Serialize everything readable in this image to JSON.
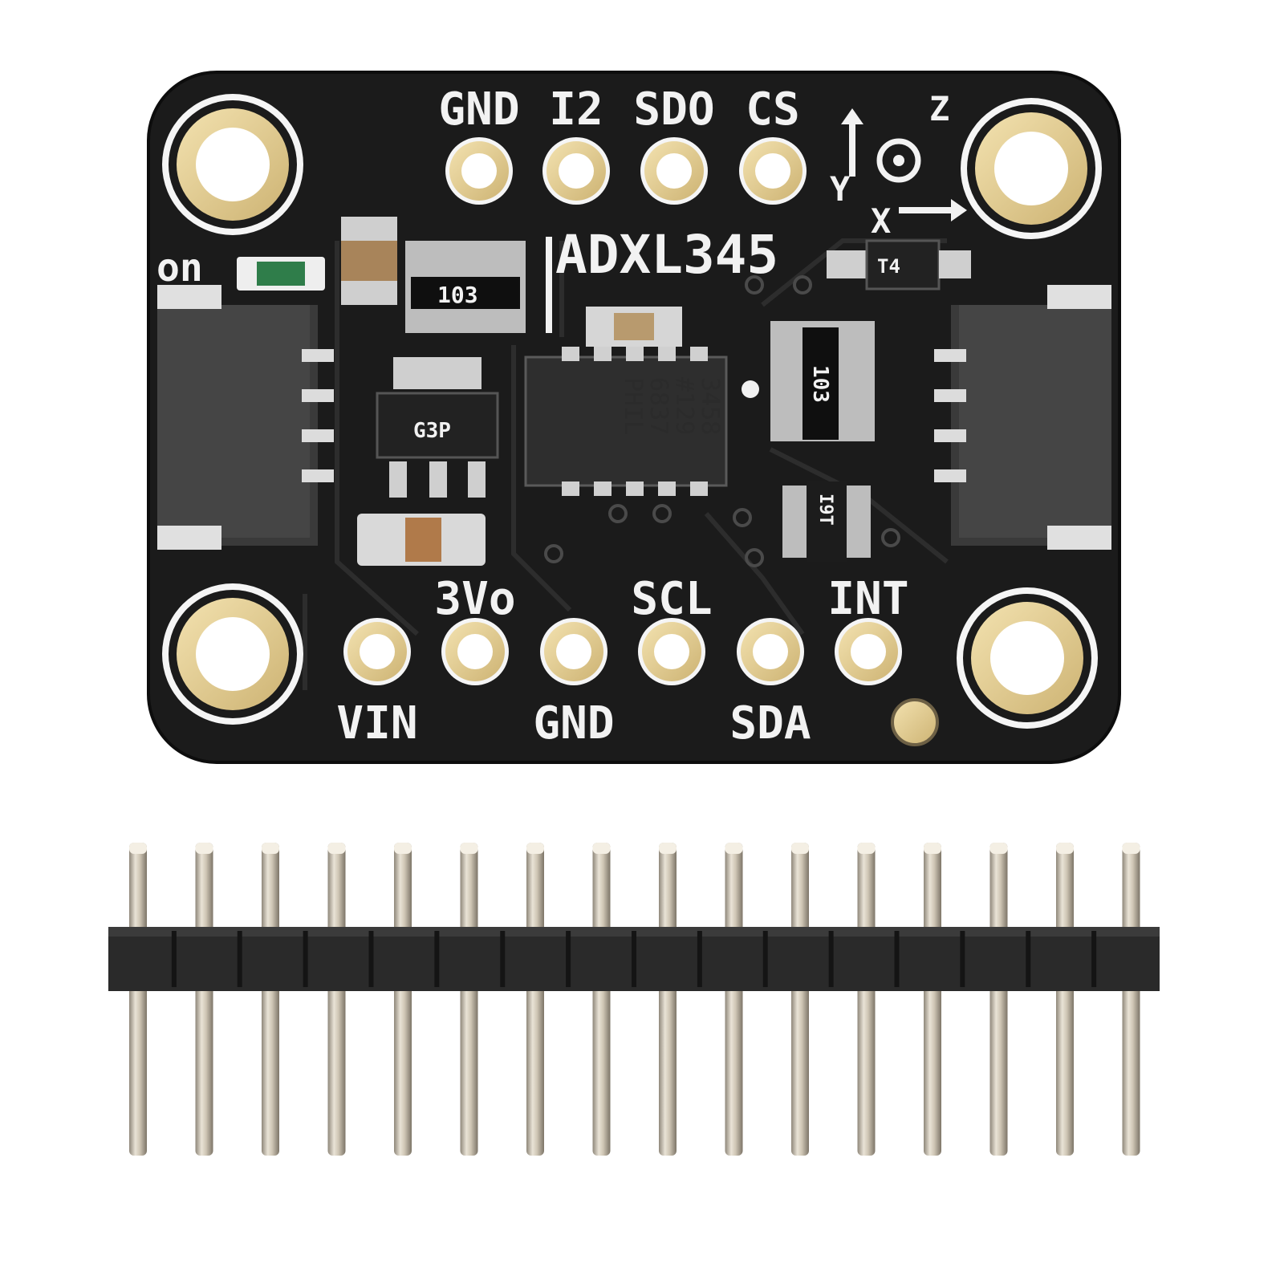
{
  "board": {
    "part_label": "ADXL345",
    "power_label": "on",
    "resistor_top_code": "103",
    "resistor_right_code": "103",
    "transistor_code": "T4",
    "regulator_code": "G3P",
    "small_ic_code": "I9T",
    "chip_marking": [
      "3458",
      "#129",
      "6837",
      "PHIL"
    ],
    "axis_labels": {
      "z": "Z",
      "y": "Y",
      "x": "X"
    },
    "top_pins": [
      {
        "label": "GND"
      },
      {
        "label": "I2"
      },
      {
        "label": "SDO"
      },
      {
        "label": "CS"
      }
    ],
    "bottom_pins": [
      {
        "label": "VIN"
      },
      {
        "label": "3Vo"
      },
      {
        "label": "GND"
      },
      {
        "label": "SCL"
      },
      {
        "label": "SDA"
      },
      {
        "label": "INT"
      }
    ]
  },
  "header": {
    "pin_count": 16
  },
  "colors": {
    "pcb": "#1b1b1b",
    "pad": "#e5cf95",
    "silkscreen": "#f2f2f2",
    "header_plastic": "#2a2a2a",
    "pin_metal": "#c8bfae"
  }
}
